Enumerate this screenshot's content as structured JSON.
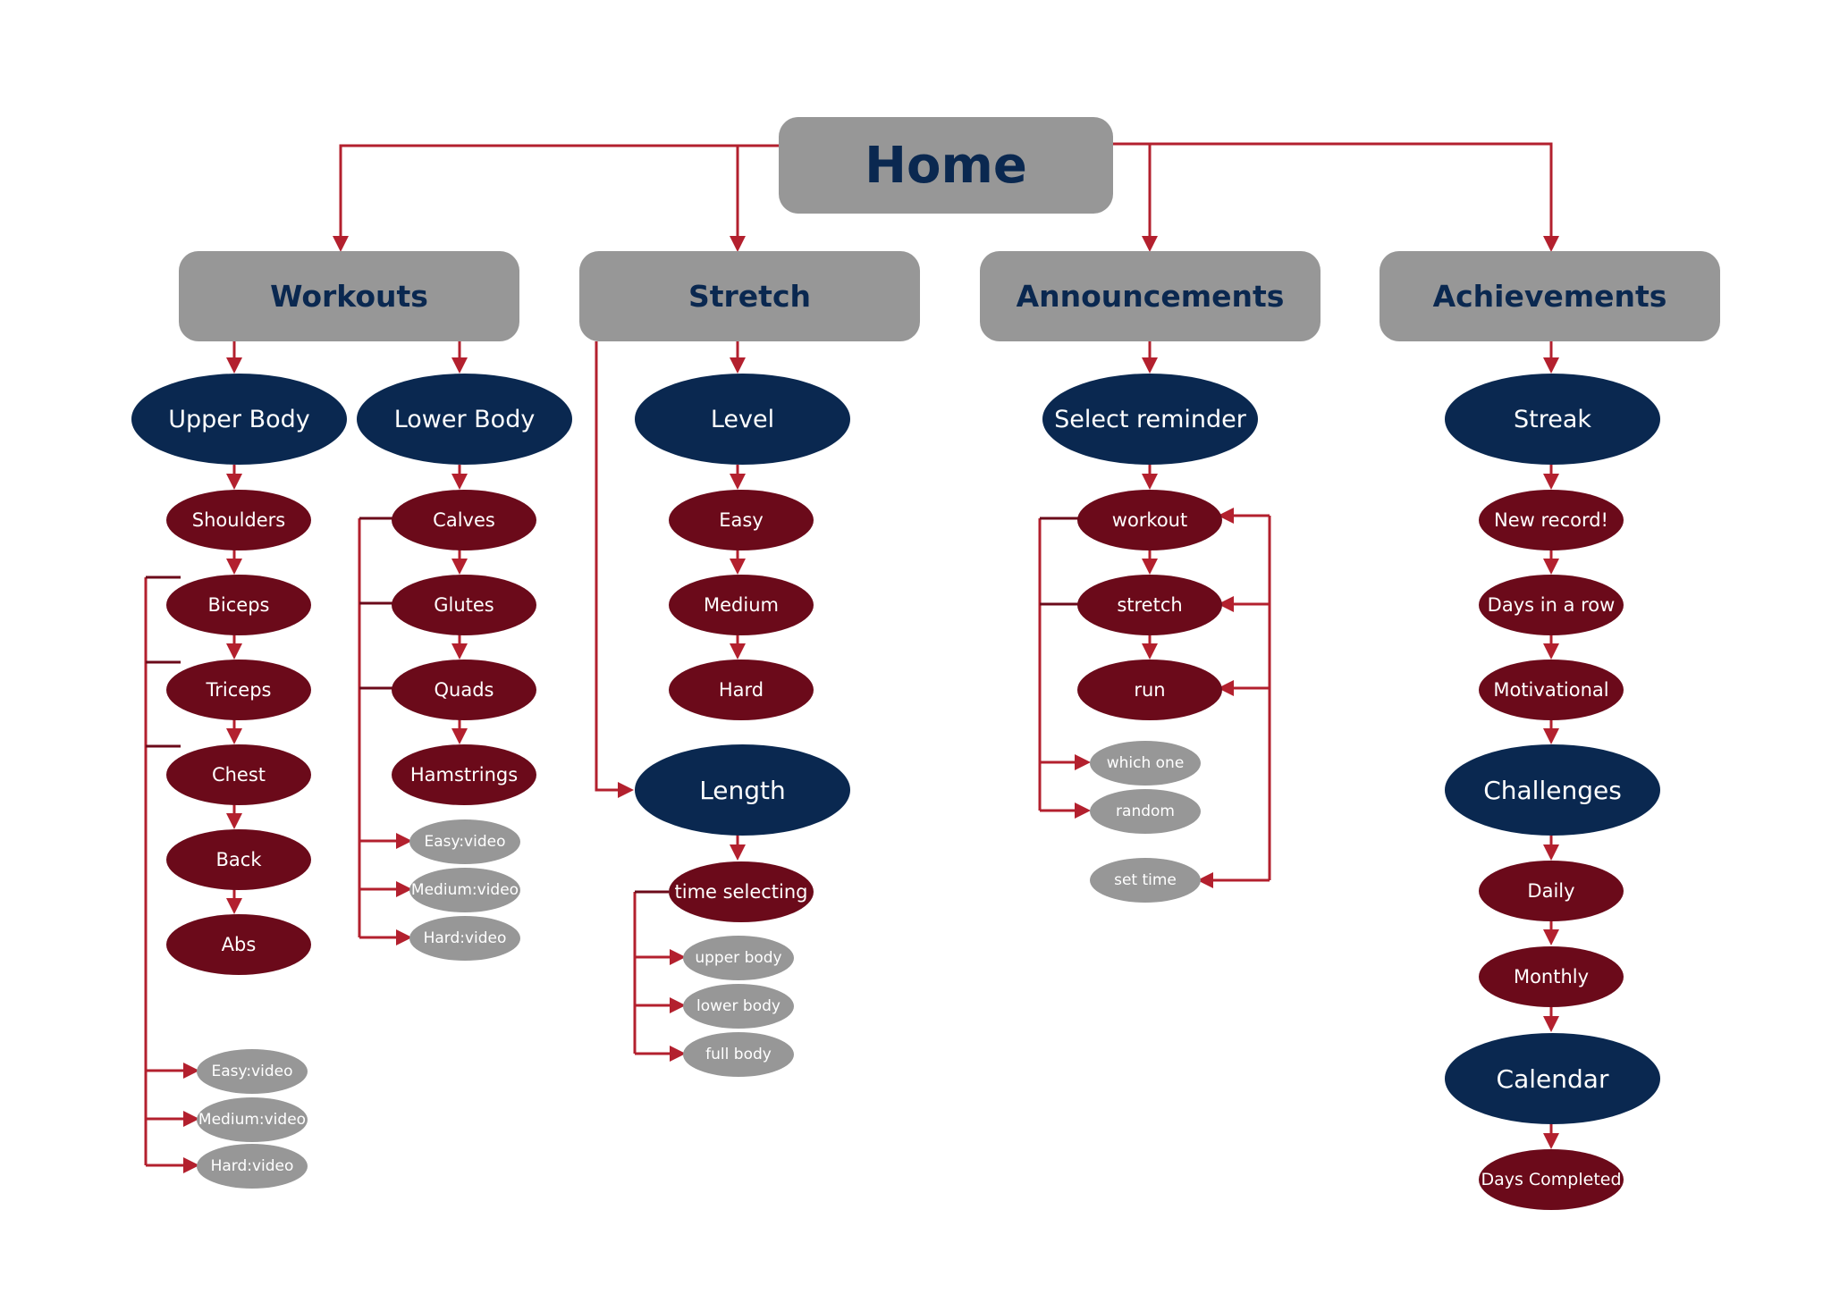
{
  "colors": {
    "navy": "#0a2850",
    "maroon": "#6b0a1a",
    "grey": "#979797",
    "connector": "#b3202e"
  },
  "home": {
    "label": "Home"
  },
  "categories": {
    "workouts": "Workouts",
    "stretch": "Stretch",
    "announcements": "Announcements",
    "achievements": "Achievements"
  },
  "workouts": {
    "upper_body": {
      "label": "Upper Body",
      "items": [
        "Shoulders",
        "Biceps",
        "Triceps",
        "Chest",
        "Back",
        "Abs"
      ],
      "videos": [
        "Easy:video",
        "Medium:video",
        "Hard:video"
      ]
    },
    "lower_body": {
      "label": "Lower Body",
      "items": [
        "Calves",
        "Glutes",
        "Quads",
        "Hamstrings"
      ],
      "videos": [
        "Easy:video",
        "Medium:video",
        "Hard:video"
      ]
    }
  },
  "stretch": {
    "level": {
      "label": "Level",
      "items": [
        "Easy",
        "Medium",
        "Hard"
      ]
    },
    "length": {
      "label": "Length",
      "time_selecting": "time selecting",
      "options": [
        "upper body",
        "lower body",
        "full body"
      ]
    }
  },
  "announcements": {
    "select_reminder": {
      "label": "Select reminder",
      "items": [
        "workout",
        "stretch",
        "run"
      ],
      "options": [
        "which one",
        "random"
      ],
      "set_time": "set time"
    }
  },
  "achievements": {
    "streak": {
      "label": "Streak",
      "items": [
        "New record!",
        "Days in a row",
        "Motivational"
      ]
    },
    "challenges": {
      "label": "Challenges",
      "items": [
        "Daily",
        "Monthly"
      ]
    },
    "calendar": {
      "label": "Calendar",
      "items": [
        "Days Completed"
      ]
    }
  }
}
